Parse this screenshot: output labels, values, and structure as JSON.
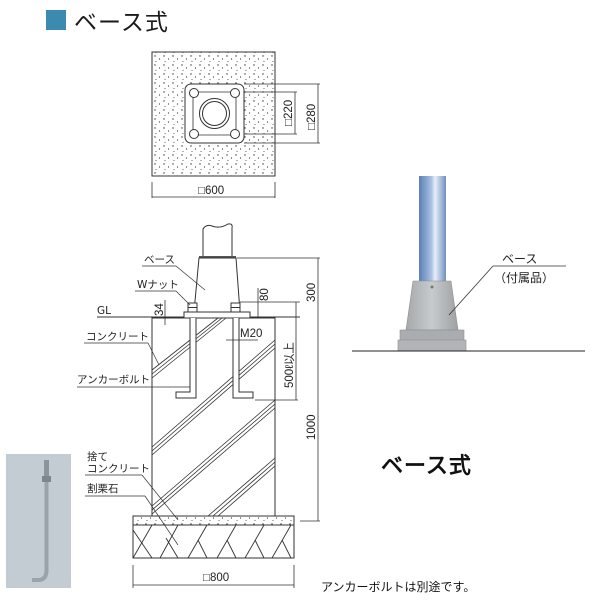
{
  "header": {
    "title": "ベース式",
    "accent_color": "#3b8ab0"
  },
  "plan_view": {
    "dims": {
      "inner_square": "□220",
      "outer_square": "□280",
      "foundation_width": "□600"
    }
  },
  "section_view": {
    "labels": {
      "base": "ベース",
      "w_nut": "Wナット",
      "gl": "GL",
      "concrete": "コンクリート",
      "anchor_bolt": "アンカーボルト",
      "lean_concrete_1": "捨て",
      "lean_concrete_2": "コンクリート",
      "crushed_stone": "割栗石"
    },
    "dims": {
      "d34": "34",
      "d80": "80",
      "d300": "300",
      "m20": "M20",
      "embed": "500ℓ以上",
      "d1000": "1000",
      "width": "□800"
    }
  },
  "photo": {
    "label_line1": "ベース",
    "label_line2": "（付属品）"
  },
  "caption": "ベース式",
  "note": "アンカーボルトは別途です。"
}
